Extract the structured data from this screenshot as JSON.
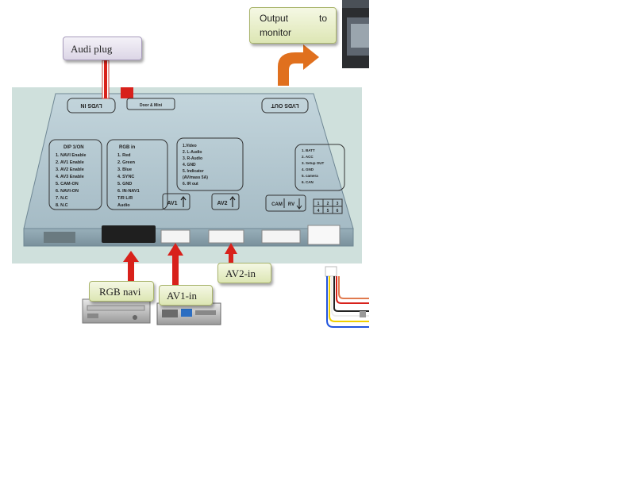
{
  "callouts": {
    "audi_plug": "Audi plug",
    "output_line1": "Output",
    "output_line2": "to",
    "output_line3": "monitor",
    "rgb_navi": "RGB navi",
    "av1_in": "AV1-in",
    "av2_in": "AV2-in"
  },
  "device": {
    "top_left_label": "LVDS IN",
    "top_center_label": "Door & Mini",
    "top_right_label": "LVDS OUT",
    "dip_title": "DIP   1/ON",
    "dip_items": [
      "1.  NAVI Enable",
      "2.  AV1 Enable",
      "3.  AV2 Enable",
      "4.  AV3 Enable",
      "5.  CAM-ON",
      "6.  NAVI-ON",
      "7.  N.C",
      "8.  N.C"
    ],
    "rgb_title": "RGB in",
    "rgb_items": [
      "1.  Red",
      "2.  Green",
      "3.  Blue",
      "4.  SYNC",
      "5.  GND",
      "6.  IN-NAV1",
      "T/R  L/R",
      "Audio"
    ],
    "av_items": [
      "1.Video",
      "2. L-Audio",
      "3. R-Audio",
      "4. GND",
      "5. Indicator",
      "(AV/mass 5A)",
      "6. IR out"
    ],
    "right_items": [
      "1. BATT",
      "2. ACC",
      "3. Setup OUT",
      "4. GND",
      "5. camera",
      "6. CAN"
    ],
    "port_av1": "AV1",
    "port_av2": "AV2",
    "port_cam": "CAM",
    "port_rv": "RV",
    "pin_top": [
      "1",
      "2",
      "3"
    ],
    "pin_bottom": [
      "4",
      "5",
      "6"
    ]
  },
  "colors": {
    "arrow_red": "#d8211b",
    "arrow_orange": "#e0701e",
    "device_body": "#a9bfc9",
    "board_bg": "#cfe0dc"
  }
}
